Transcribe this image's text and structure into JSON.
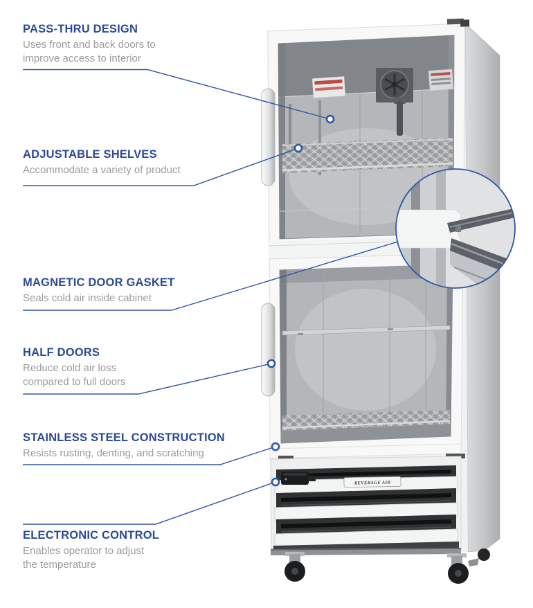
{
  "colors": {
    "heading_blue": "#2b4a94",
    "line_blue": "#3155a6",
    "description_gray": "#9b9b9b",
    "background": "#ffffff"
  },
  "callouts": [
    {
      "id": "pass-thru-design",
      "title": "PASS-THRU DESIGN",
      "description": "Uses front and back doors to\nimprove access to interior"
    },
    {
      "id": "adjustable-shelves",
      "title": "ADJUSTABLE SHELVES",
      "description": "Accommodate a variety of product"
    },
    {
      "id": "magnetic-door-gasket",
      "title": "MAGNETIC DOOR GASKET",
      "description": "Seals cold air inside cabinet"
    },
    {
      "id": "half-doors",
      "title": "HALF DOORS",
      "description": "Reduce cold air loss\ncompared to full doors"
    },
    {
      "id": "stainless-steel-construction",
      "title": "STAINLESS STEEL CONSTRUCTION",
      "description": "Resists rusting, denting, and scratching"
    },
    {
      "id": "electronic-control",
      "title": "ELECTRONIC CONTROL",
      "description": "Enables operator to adjust\nthe temperature"
    }
  ],
  "product": {
    "brand_label": "BEVERAGE AIR"
  }
}
